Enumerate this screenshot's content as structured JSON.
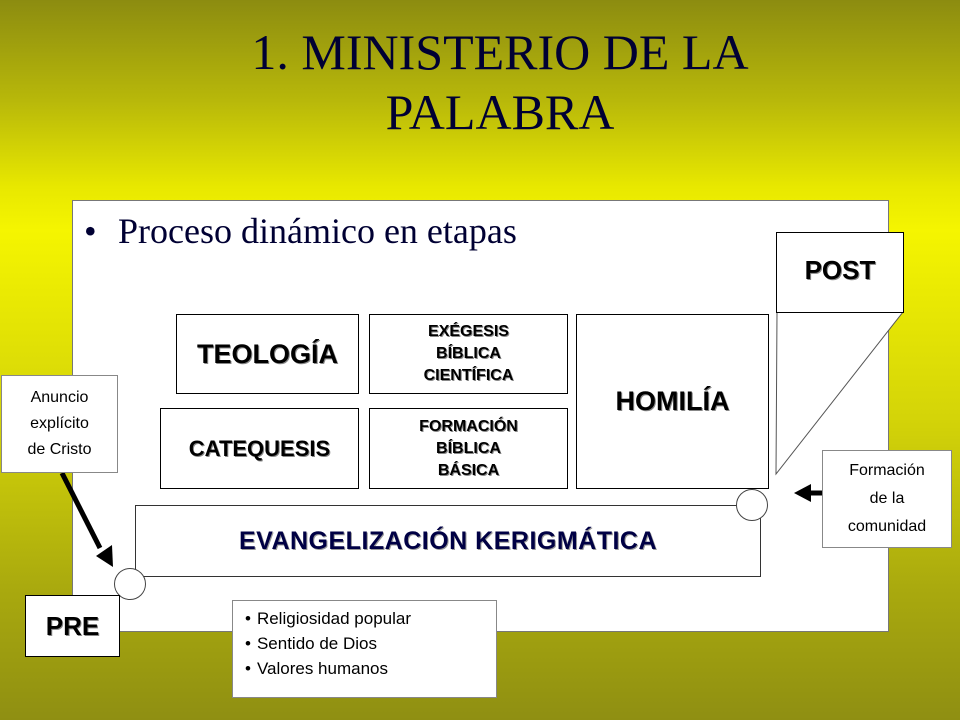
{
  "title": {
    "line1": "1. MINISTERIO DE LA",
    "line2": "PALABRA"
  },
  "bullet": "Proceso dinámico en etapas",
  "boxes": {
    "teologia": "TEOLOGÍA",
    "exegesis": [
      "EXÉGESIS",
      "BÍBLICA",
      "CIENTÍFICA"
    ],
    "homilia": "HOMILÍA",
    "catequesis": "CATEQUESIS",
    "formacion_biblica": [
      "FORMACIÓN",
      "BÍBLICA",
      "BÁSICA"
    ],
    "evangelizacion": "EVANGELIZACIÓN KERIGMÁTICA",
    "post": "POST",
    "pre": "PRE"
  },
  "notes": {
    "anuncio": [
      "Anuncio",
      "explícito",
      "de Cristo"
    ],
    "formacion_comunidad": [
      "Formación",
      "de la",
      "comunidad"
    ]
  },
  "pre_list": [
    "Religiosidad popular",
    "Sentido de Dios",
    "Valores humanos"
  ]
}
